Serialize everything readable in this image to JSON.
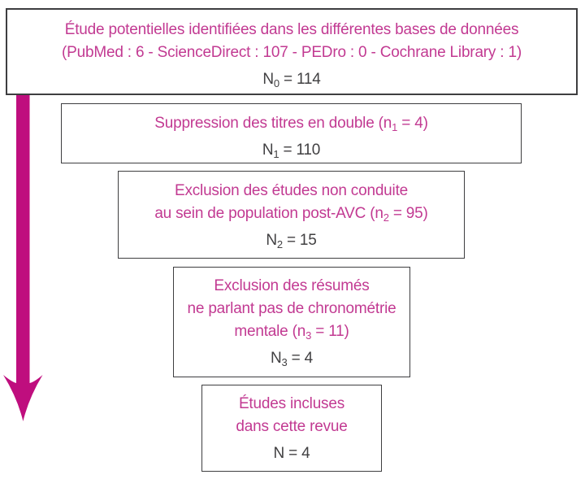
{
  "colors": {
    "magenta_text": "#c23a92",
    "arrow": "#bf0e7e",
    "count_text": "#414042",
    "box_border": "#3e3e40",
    "background": "#ffffff"
  },
  "diagram": {
    "arrow": {
      "name": "down-arrow",
      "direction": "down"
    },
    "boxes": [
      {
        "id": "identification",
        "lines": [
          {
            "style": "text",
            "segments": [
              {
                "text": "Étude potentielles identifiées dans les différentes bases de données"
              }
            ]
          },
          {
            "style": "text",
            "segments": [
              {
                "text": "(PubMed : 6 - ScienceDirect : 107 - PEDro : 0 - Cochrane Library : 1)"
              }
            ]
          },
          {
            "style": "count",
            "segments": [
              {
                "text": "N"
              },
              {
                "text": "0",
                "sub": true
              },
              {
                "text": " = 114"
              }
            ]
          }
        ]
      },
      {
        "id": "duplicates-removed",
        "lines": [
          {
            "style": "text",
            "segments": [
              {
                "text": "Suppression des titres en double (n"
              },
              {
                "text": "1",
                "sub": true
              },
              {
                "text": " = 4)"
              }
            ]
          },
          {
            "style": "count",
            "segments": [
              {
                "text": "N"
              },
              {
                "text": "1",
                "sub": true
              },
              {
                "text": " = 110"
              }
            ]
          }
        ]
      },
      {
        "id": "exclusion-population",
        "lines": [
          {
            "style": "text",
            "segments": [
              {
                "text": "Exclusion des études non conduite"
              }
            ]
          },
          {
            "style": "text",
            "segments": [
              {
                "text": "au sein de population post-AVC (n"
              },
              {
                "text": "2",
                "sub": true
              },
              {
                "text": " = 95)"
              }
            ]
          },
          {
            "style": "count",
            "segments": [
              {
                "text": "N"
              },
              {
                "text": "2",
                "sub": true
              },
              {
                "text": " = 15"
              }
            ]
          }
        ]
      },
      {
        "id": "exclusion-abstracts",
        "lines": [
          {
            "style": "text",
            "segments": [
              {
                "text": "Exclusion des résumés"
              }
            ]
          },
          {
            "style": "text",
            "segments": [
              {
                "text": "ne parlant pas de chronométrie"
              }
            ]
          },
          {
            "style": "text",
            "segments": [
              {
                "text": "mentale (n"
              },
              {
                "text": "3",
                "sub": true
              },
              {
                "text": " = 11)"
              }
            ]
          },
          {
            "style": "count",
            "segments": [
              {
                "text": "N"
              },
              {
                "text": "3",
                "sub": true
              },
              {
                "text": " = 4"
              }
            ]
          }
        ]
      },
      {
        "id": "included-studies",
        "lines": [
          {
            "style": "text",
            "segments": [
              {
                "text": "Études incluses"
              }
            ]
          },
          {
            "style": "text",
            "segments": [
              {
                "text": "dans cette revue"
              }
            ]
          },
          {
            "style": "count",
            "segments": [
              {
                "text": "N = 4"
              }
            ]
          }
        ]
      }
    ]
  }
}
